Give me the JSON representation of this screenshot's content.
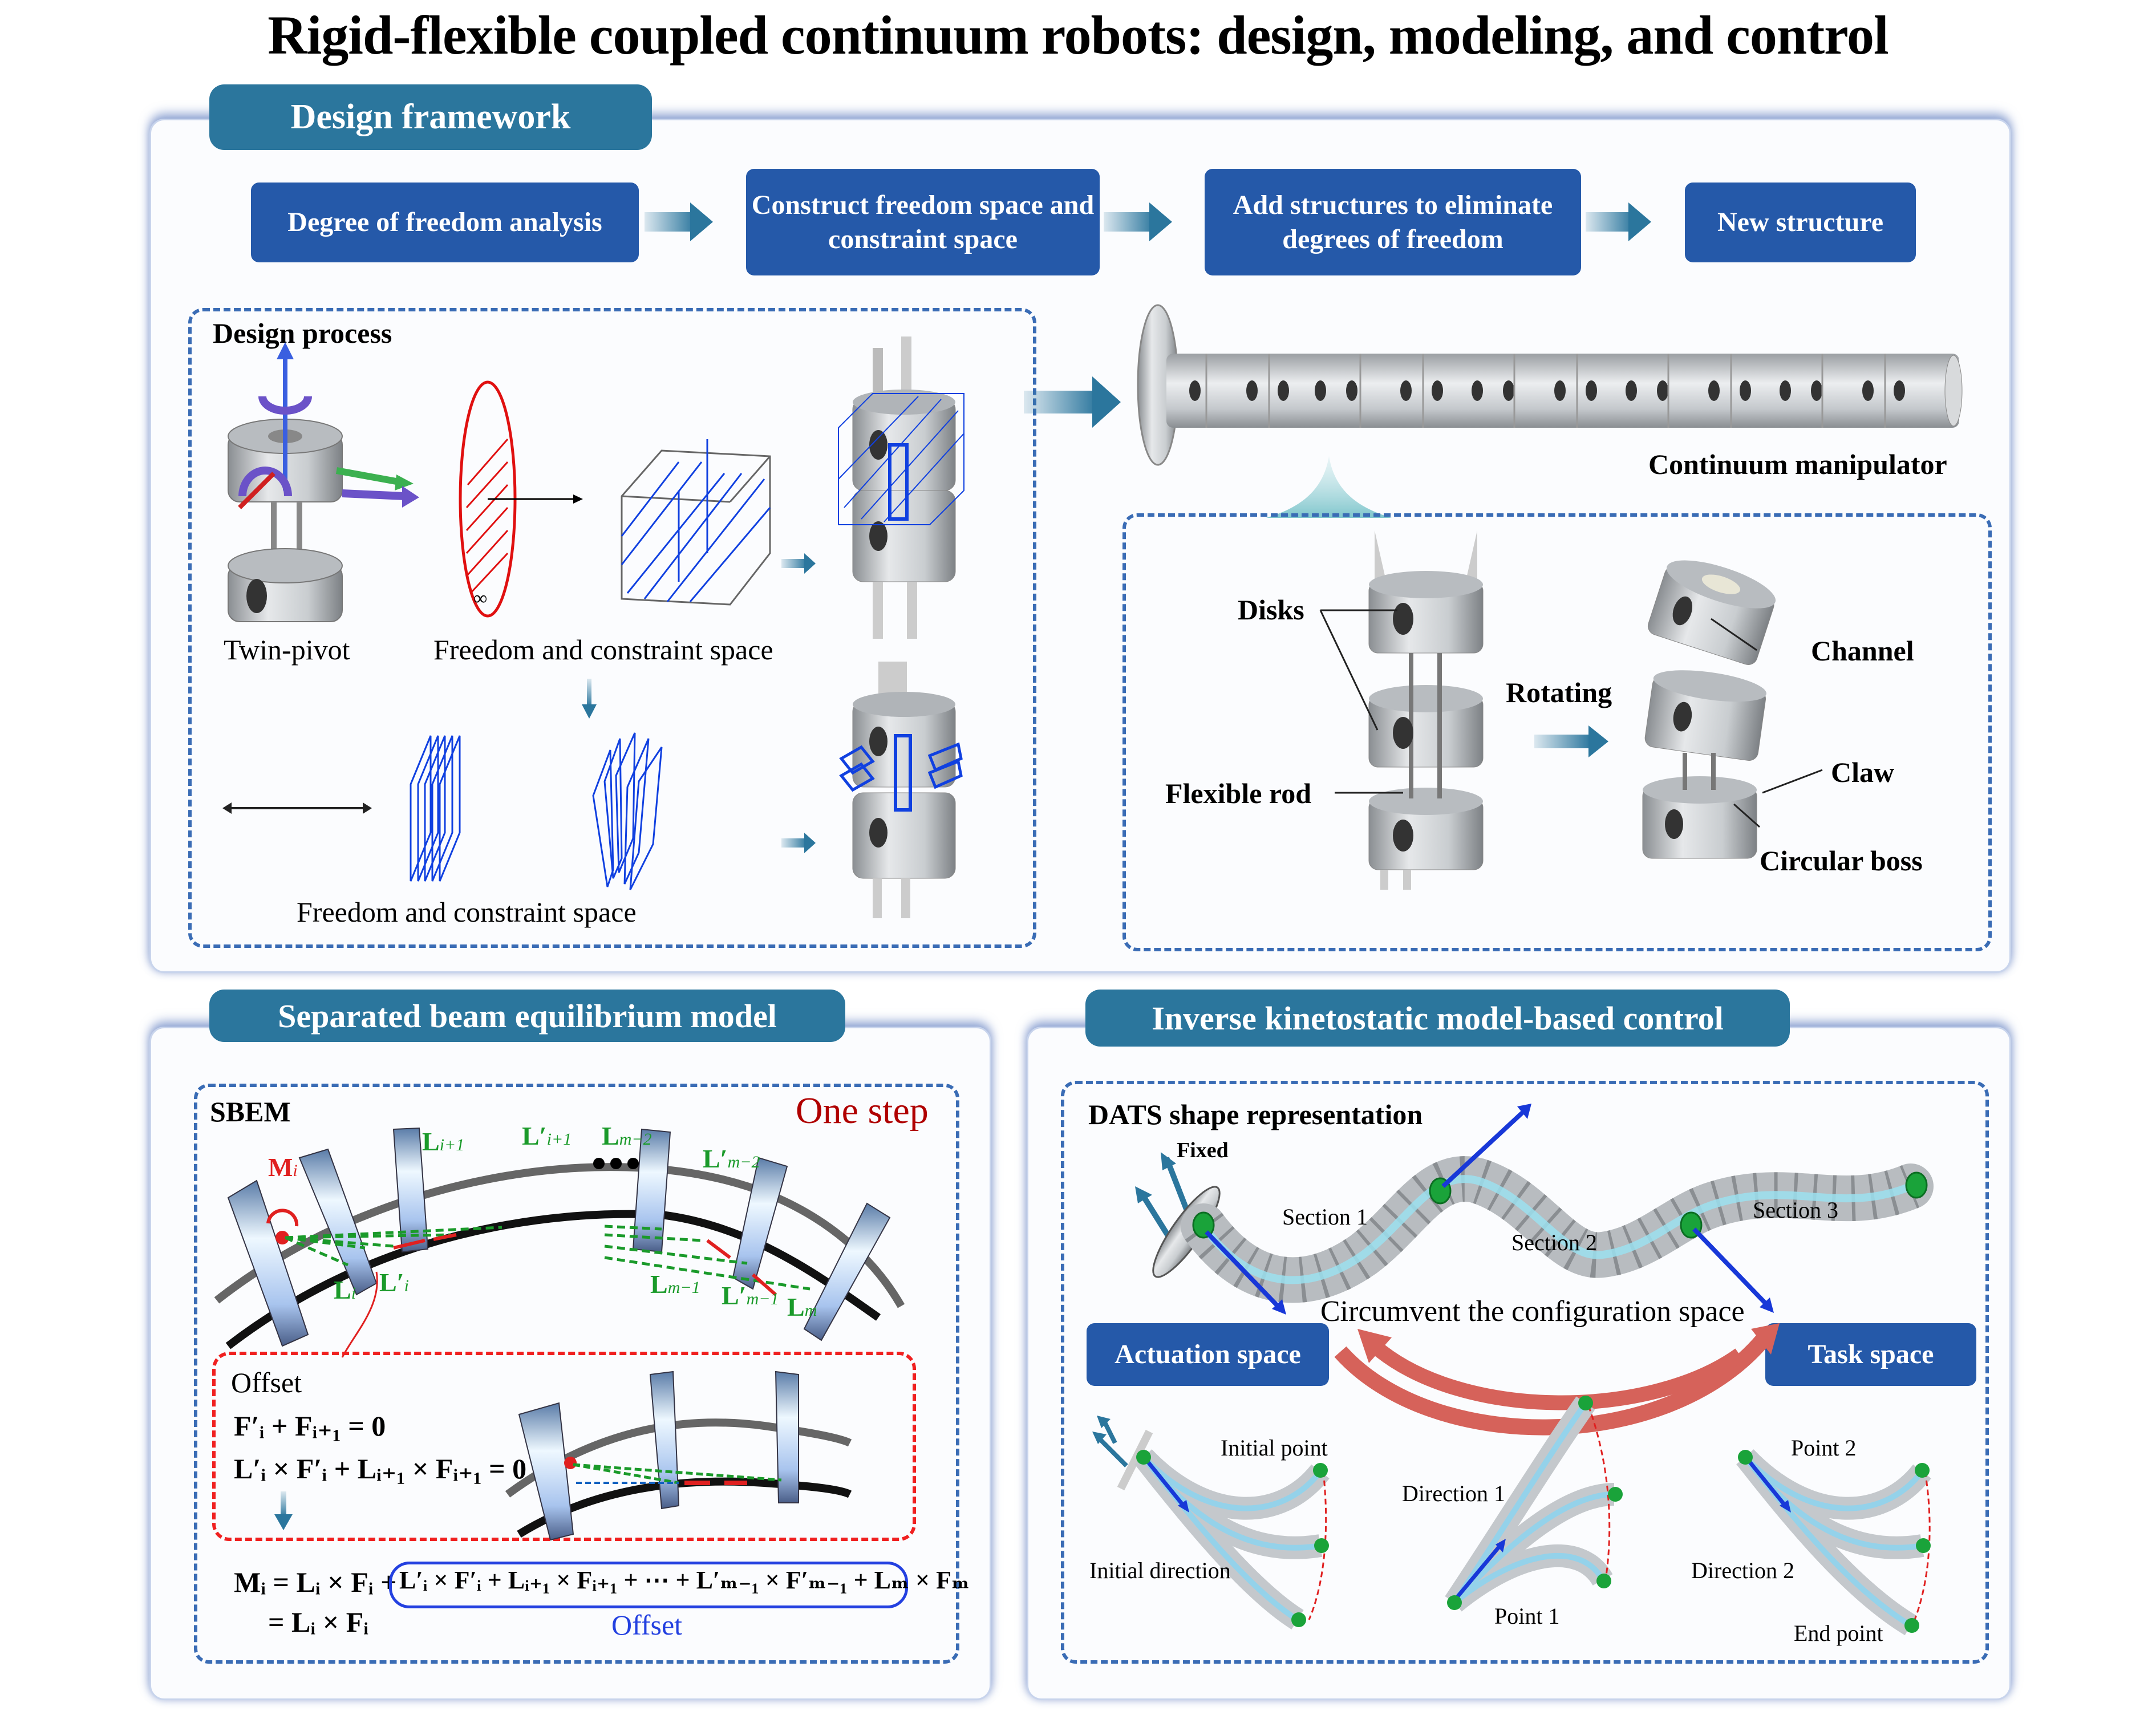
{
  "title": "Rigid-flexible coupled continuum robots: design, modeling, and control",
  "design_framework": {
    "tab": "Design framework",
    "steps": [
      "Degree of freedom analysis",
      "Construct freedom space and constraint space",
      "Add structures to eliminate degrees of freedom",
      "New structure"
    ],
    "design_process": {
      "heading": "Design process",
      "twin_pivot": "Twin-pivot",
      "fcs_label_1": "Freedom and constraint space",
      "fcs_label_2": "Freedom and constraint space",
      "infinity": "∞"
    },
    "manipulator": {
      "label": "Continuum manipulator",
      "disks": "Disks",
      "flexible_rod": "Flexible rod",
      "rotating": "Rotating",
      "channel": "Channel",
      "claw": "Claw",
      "circular_boss": "Circular boss"
    }
  },
  "sbem": {
    "tab": "Separated beam equilibrium model",
    "heading": "SBEM",
    "one_step": "One step",
    "labels": {
      "M_i": "M",
      "M_i_sub": "i",
      "L_i": "L",
      "L_i_sub": "i",
      "Lp_i": "L′",
      "Lp_i_sub": "i",
      "L_i1": "L",
      "L_i1_sub": "i+1",
      "Lp_i1": "L′",
      "Lp_i1_sub": "i+1",
      "L_m2": "L",
      "L_m2_sub": "m−2",
      "Lp_m2": "L′",
      "Lp_m2_sub": "m−2",
      "L_m1": "L",
      "L_m1_sub": "m−1",
      "Lp_m1": "L′",
      "Lp_m1_sub": "m−1",
      "L_m": "L",
      "L_m_sub": "m",
      "ellipsis": "•••"
    },
    "offset_box": {
      "heading": "Offset",
      "eq1": "F′ᵢ + Fᵢ₊₁ = 0",
      "eq2": "L′ᵢ × F′ᵢ + Lᵢ₊₁ × Fᵢ₊₁ = 0"
    },
    "final_eq": {
      "line1_left": "Mᵢ = Lᵢ × Fᵢ +",
      "line1_offset": "L′ᵢ × F′ᵢ + Lᵢ₊₁ × Fᵢ₊₁ + ⋯ + L′ₘ₋₁ × F′ₘ₋₁ + Lₘ × Fₘ",
      "line2": "= Lᵢ × Fᵢ",
      "offset_label": "Offset"
    }
  },
  "control": {
    "tab": "Inverse kinetostatic model-based control",
    "heading": "DATS shape representation",
    "fixed": "Fixed",
    "sections": [
      "Section 1",
      "Section 2",
      "Section 3"
    ],
    "circumvent": "Circumvent the configuration space",
    "actuation_space": "Actuation space",
    "task_space": "Task space",
    "bottom": {
      "initial_point": "Initial point",
      "initial_direction": "Initial direction",
      "direction_1": "Direction 1",
      "point_1": "Point 1",
      "point_2": "Point 2",
      "direction_2": "Direction 2",
      "end_point": "End point"
    }
  },
  "colors": {
    "tab_teal": "#2b769d",
    "step_blue": "#2559a9",
    "dash_blue": "#3a6cb5",
    "label_green": "#1a9a2a",
    "accent_red": "#e02020",
    "dark_red": "#b00000",
    "arc_red": "#d6625a",
    "offset_blue": "#2340e0"
  }
}
